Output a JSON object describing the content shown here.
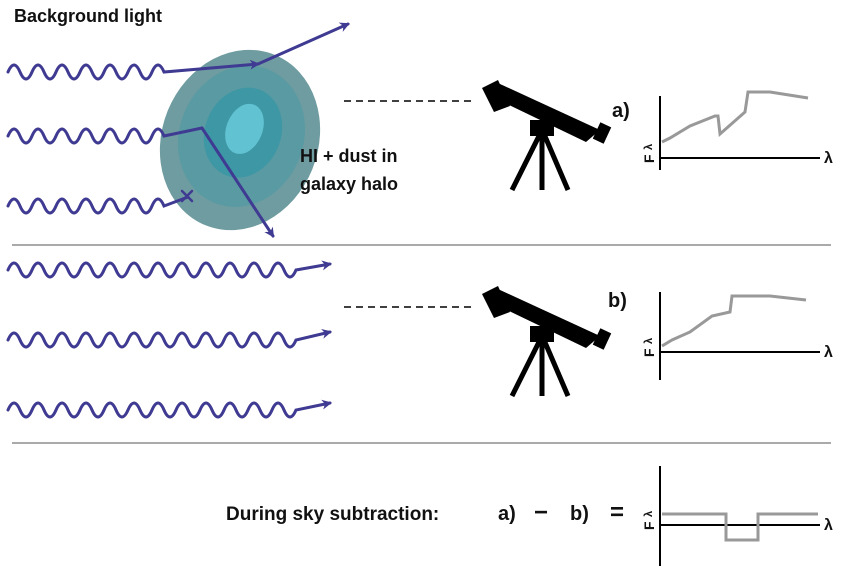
{
  "colors": {
    "wave": "#3f3a92",
    "halo_outer": "#6f9ca0",
    "halo_mid": "#5a9aa3",
    "halo_inner": "#3e97a4",
    "halo_core": "#61c3d2",
    "spectrum": "#999999",
    "axis": "#000000",
    "divider": "#555555"
  },
  "labels": {
    "background_light": "Background light",
    "halo_line1": "HI + dust in",
    "halo_line2": "galaxy halo",
    "panel_a": "a)",
    "panel_b": "b)",
    "sky_subtraction": "During sky subtraction:",
    "formula_a": "a)",
    "formula_minus": "−",
    "formula_b": "b)",
    "formula_equals": "=",
    "axis_flux": "F",
    "axis_flux_sub": "λ",
    "axis_lambda": "λ"
  },
  "icons": {
    "telescope": "telescope-icon"
  }
}
